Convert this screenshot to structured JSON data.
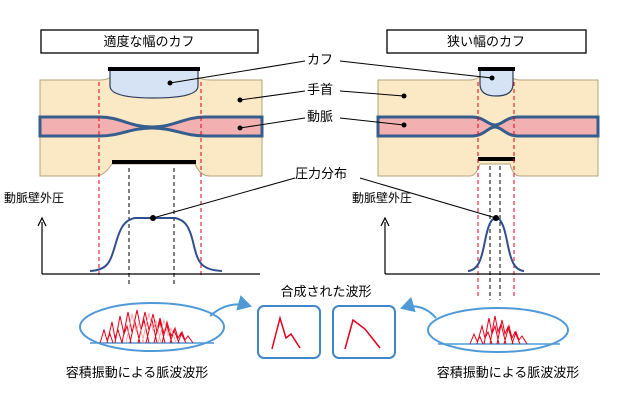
{
  "left_panel": {
    "title": "適度な幅のカフ"
  },
  "right_panel": {
    "title": "狭い幅のカフ"
  },
  "callouts": {
    "cuff": "カフ",
    "wrist": "手首",
    "artery": "動脈",
    "pressure_distribution": "圧力分布"
  },
  "axis_label": "動脈壁外圧",
  "combined_label": "合成された波形",
  "pulse_label": "容積振動による脈波波形",
  "colors": {
    "wrist_fill": "#fbe9c6",
    "artery_fill": "#f2b0b0",
    "artery_stroke": "#355e8c",
    "cuff_fill": "#d5e3f5",
    "curve": "#2f4f8f",
    "wave": "#e2001a",
    "guide_red": "#e2001a",
    "ellipse_stroke": "#4f9ad6",
    "arrow": "#4f9ad6"
  },
  "icons": {
    "arrow": "arrow-right-icon"
  }
}
